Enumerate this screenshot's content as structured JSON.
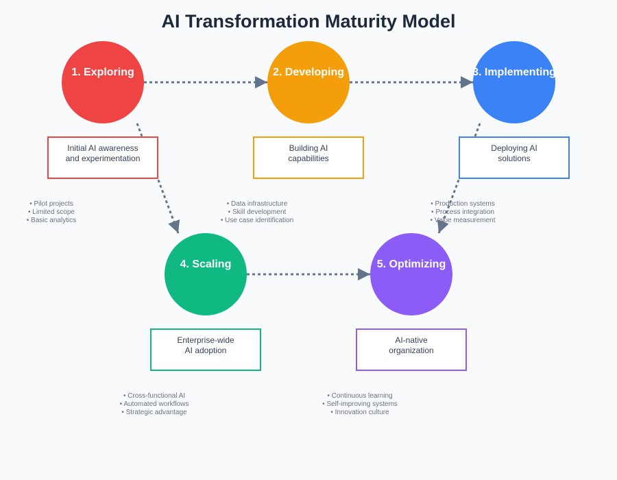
{
  "title": "AI Transformation Maturity Model",
  "colors": {
    "background": "#f8fafc",
    "arrow": "#64748b",
    "exploring": "#ef4444",
    "developing": "#f59e0b",
    "implementing": "#3b82f6",
    "scaling": "#10b981",
    "optimizing": "#8b5cf6"
  },
  "stages": [
    {
      "label": "1. Exploring",
      "description": [
        "Initial AI awareness",
        "and experimentation"
      ],
      "bullets": [
        "• Pilot projects",
        "• Limited scope",
        "• Basic analytics"
      ]
    },
    {
      "label": "2. Developing",
      "description": [
        "Building AI",
        "capabilities"
      ],
      "bullets": [
        "• Data infrastructure",
        "• Skill development",
        "• Use case identification"
      ]
    },
    {
      "label": "3. Implementing",
      "description": [
        "Deploying AI",
        "solutions"
      ],
      "bullets": [
        "• Production systems",
        "• Process integration",
        "• Value measurement"
      ]
    },
    {
      "label": "4. Scaling",
      "description": [
        "Enterprise-wide",
        "AI adoption"
      ],
      "bullets": [
        "• Cross-functional AI",
        "• Automated workflows",
        "• Strategic advantage"
      ]
    },
    {
      "label": "5. Optimizing",
      "description": [
        "AI-native",
        "organization"
      ],
      "bullets": [
        "• Continuous learning",
        "• Self-improving systems",
        "• Innovation culture"
      ]
    }
  ]
}
